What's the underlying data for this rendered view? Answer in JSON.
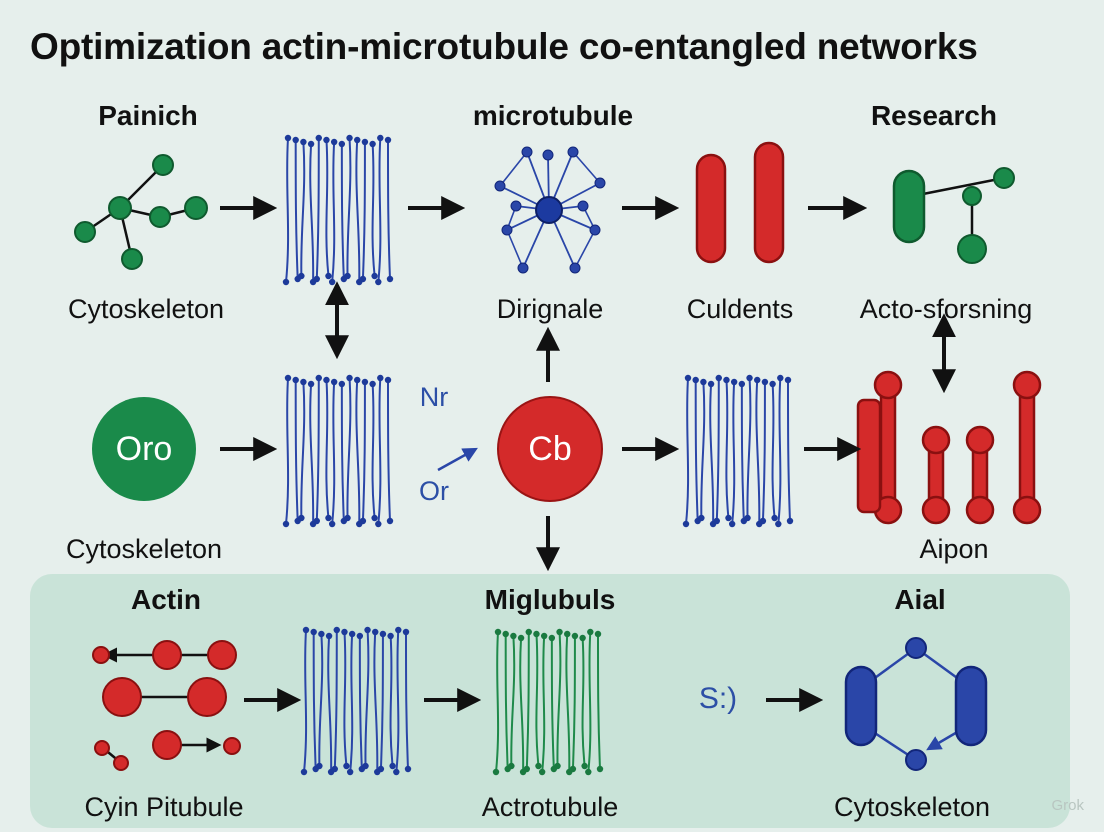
{
  "title": "Optimization actin-microtubule co-entangled networks",
  "headers": {
    "col1": "Painich",
    "col3": "microtubule",
    "col5": "Research"
  },
  "labels": {
    "r1_c1": "Cytoskeleton",
    "r1_c3": "Dirignale",
    "r1_c4": "Culdents",
    "r1_c5": "Acto-sforsning",
    "r2_c1": "Cytoskeleton",
    "r2_c5": "Aipon"
  },
  "nodes": {
    "green_circle": "Oro",
    "red_circle": "Cb",
    "small_top": "Nr",
    "small_bottom": "Or",
    "emoticon": "S:)"
  },
  "panel": {
    "head_actin": "Actin",
    "head_mid": "Miglubuls",
    "head_right": "Aial",
    "foot_left": "Cyin Pitubule",
    "foot_mid": "Actrotubule",
    "foot_right": "Cytoskeleton"
  },
  "watermark": "Grok",
  "colors": {
    "background": "#e6efec",
    "panel": "#c9e3d8",
    "green": "#1a8a4a",
    "red": "#d42a2a",
    "blue": "#2a46a8",
    "dark_green": "#1f7a45"
  }
}
